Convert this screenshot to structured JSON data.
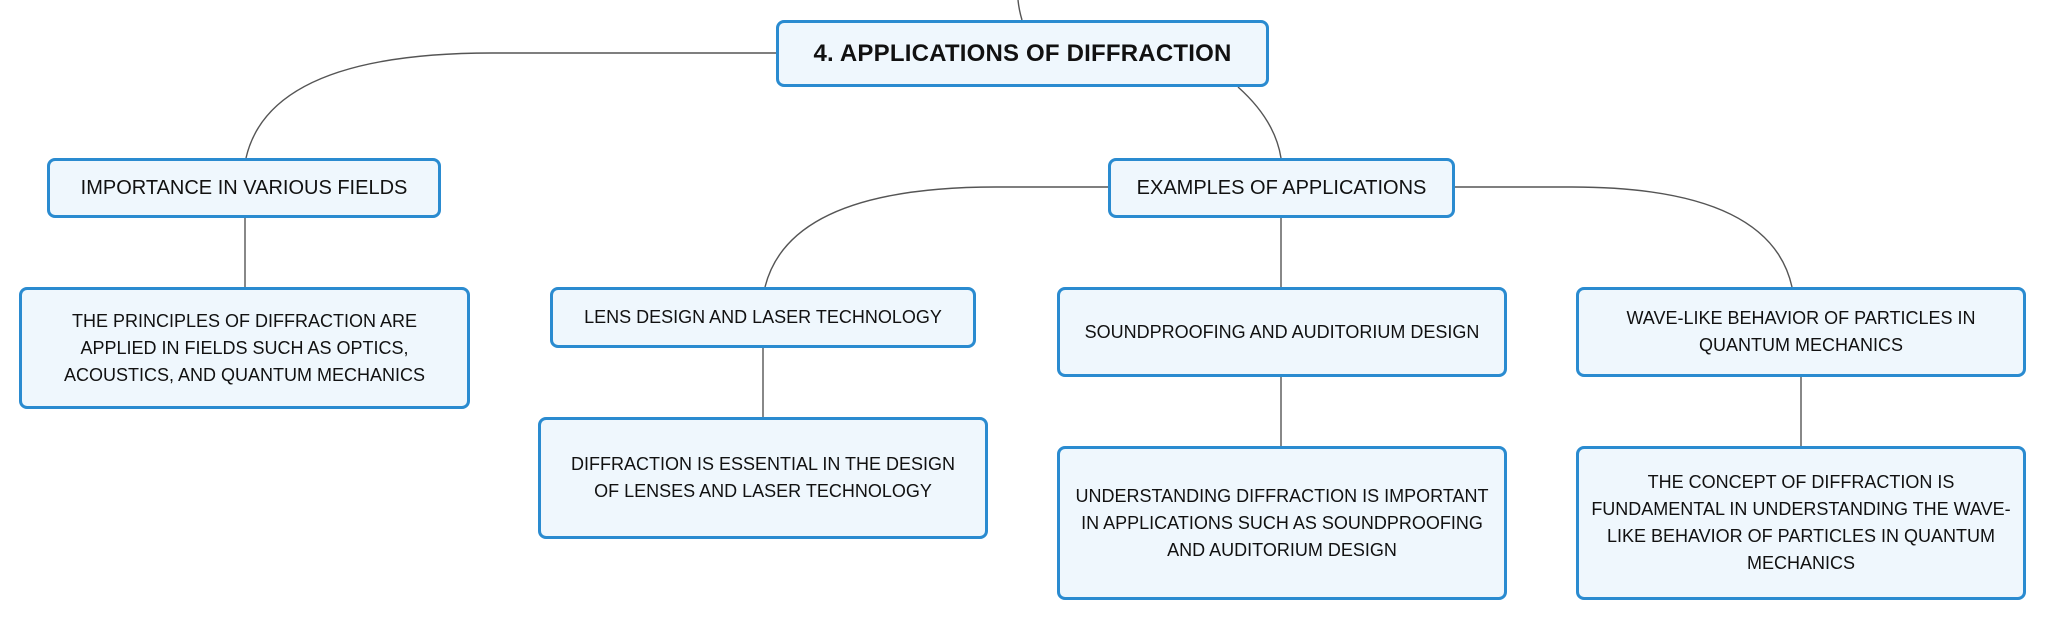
{
  "root": {
    "label": "4. APPLICATIONS OF DIFFRACTION"
  },
  "branches": {
    "importance": {
      "label": "IMPORTANCE IN VARIOUS FIELDS",
      "detail": "THE PRINCIPLES OF DIFFRACTION ARE APPLIED IN FIELDS SUCH AS OPTICS, ACOUSTICS, AND QUANTUM MECHANICS"
    },
    "examples": {
      "label": "EXAMPLES OF APPLICATIONS",
      "children": [
        {
          "label": "LENS DESIGN AND LASER TECHNOLOGY",
          "detail": "DIFFRACTION IS ESSENTIAL IN THE DESIGN OF LENSES AND LASER TECHNOLOGY"
        },
        {
          "label": "SOUNDPROOFING AND AUDITORIUM DESIGN",
          "detail": "UNDERSTANDING DIFFRACTION IS IMPORTANT IN APPLICATIONS SUCH AS SOUNDPROOFING AND AUDITORIUM DESIGN"
        },
        {
          "label": "WAVE-LIKE BEHAVIOR OF PARTICLES IN QUANTUM MECHANICS",
          "detail": "THE CONCEPT OF DIFFRACTION IS FUNDAMENTAL IN UNDERSTANDING THE WAVE-LIKE BEHAVIOR OF PARTICLES IN QUANTUM MECHANICS"
        }
      ]
    }
  },
  "colors": {
    "node_border": "#2a8bd0",
    "node_fill": "#eff7fd",
    "connector": "#555555"
  }
}
